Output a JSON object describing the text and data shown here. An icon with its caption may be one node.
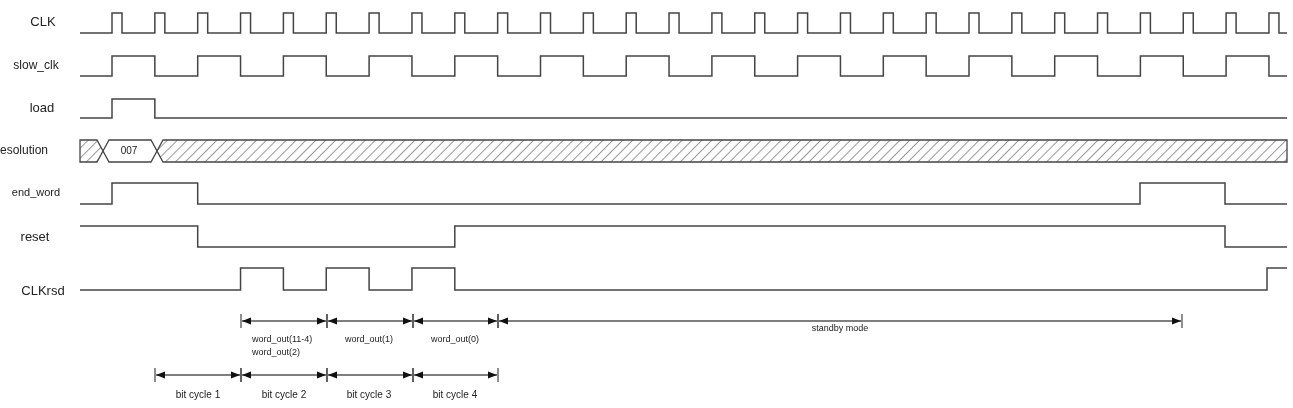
{
  "diagram": {
    "labels": [
      "CLK",
      "slow_clk",
      "load",
      "esolution",
      "007",
      "end_word",
      "reset",
      "CLKrsd",
      "word_out(11-4)",
      "word_out(1)",
      "word_out(0)",
      "standby mode",
      "word_out(2)",
      "bit cycle 1",
      "bit cycle 2",
      "bit cycle 3",
      "bit cycle 4"
    ]
  }
}
